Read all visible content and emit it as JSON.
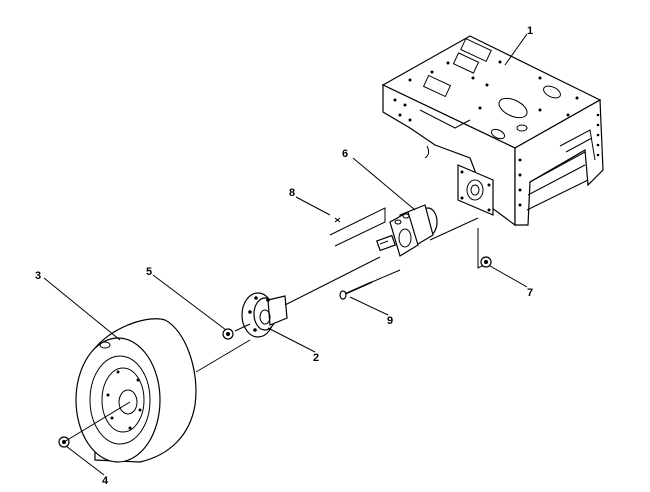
{
  "callouts": {
    "c1": "1",
    "c2": "2",
    "c3": "3",
    "c4": "4",
    "c5": "5",
    "c6": "6",
    "c7": "7",
    "c8": "8",
    "c9": "9"
  },
  "colors": {
    "ink": "#000000",
    "paper": "#ffffff"
  }
}
